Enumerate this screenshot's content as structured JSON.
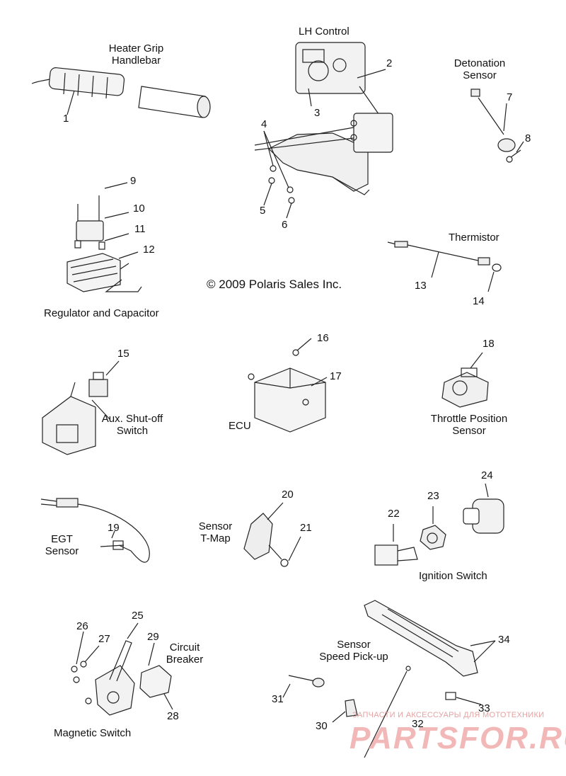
{
  "copyright": "© 2009 Polaris Sales Inc.",
  "watermark": {
    "top": "ЗАПЧАСТИ И АКСЕССУАРЫ ДЛЯ МОТОТЕХНИКИ",
    "brand": "PARTSFOR.RU"
  },
  "labels": {
    "heater_grip": "Heater Grip\nHandlebar",
    "lh_control": "LH Control",
    "detonation_sensor": "Detonation\nSensor",
    "thermistor": "Thermistor",
    "regulator_capacitor": "Regulator and Capacitor",
    "aux_shutoff": "Aux. Shut-off\nSwitch",
    "ecu": "ECU",
    "throttle_position": "Throttle Position\nSensor",
    "egt_sensor": "EGT\nSensor",
    "sensor_tmap": "Sensor\nT-Map",
    "ignition_switch": "Ignition Switch",
    "circuit_breaker": "Circuit\nBreaker",
    "sensor_speed": "Sensor\nSpeed Pick-up",
    "magnetic_switch": "Magnetic Switch"
  },
  "callouts": [
    "1",
    "2",
    "3",
    "4",
    "5",
    "6",
    "7",
    "8",
    "9",
    "10",
    "11",
    "12",
    "13",
    "14",
    "15",
    "16",
    "17",
    "18",
    "19",
    "20",
    "21",
    "22",
    "23",
    "24",
    "25",
    "26",
    "27",
    "28",
    "29",
    "30",
    "31",
    "32",
    "33",
    "34"
  ],
  "colors": {
    "line": "#222222",
    "watermark": "#e7a1a1"
  }
}
